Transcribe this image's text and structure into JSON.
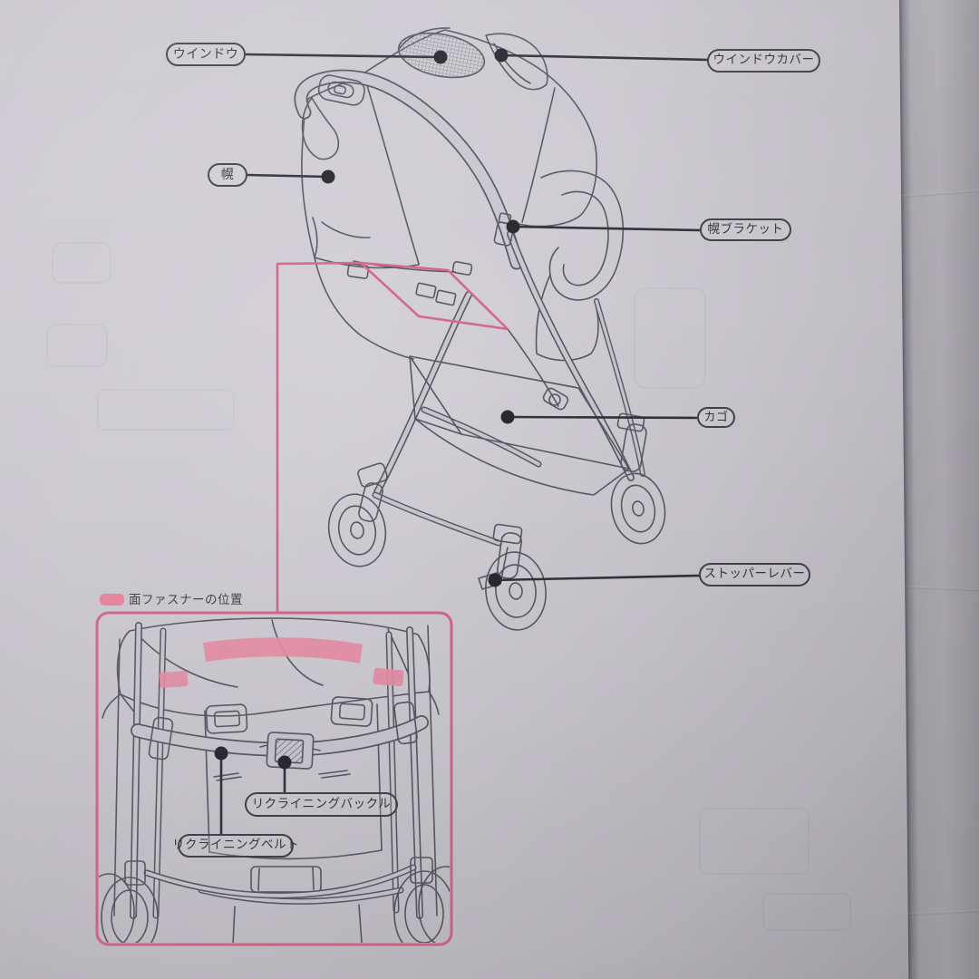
{
  "main_diagram": {
    "callouts": [
      {
        "label": "ウインドウ"
      },
      {
        "label": "ウインドウカバー"
      },
      {
        "label": "幌"
      },
      {
        "label": "幌ブラケット"
      },
      {
        "label": "カゴ"
      },
      {
        "label": "ストッパーレバー"
      }
    ]
  },
  "inset_diagram": {
    "legend_label": "面ファスナーの位置",
    "callouts": [
      {
        "label": "リクライニングバックル"
      },
      {
        "label": "リクライニングベルト"
      }
    ]
  },
  "colors": {
    "paper": "#cbc9d0",
    "line_art": "#5b5862",
    "accent_pink_line": "#d4688a",
    "highlight_pink_fill": "#e78fa7",
    "callout_line": "#34323a"
  }
}
